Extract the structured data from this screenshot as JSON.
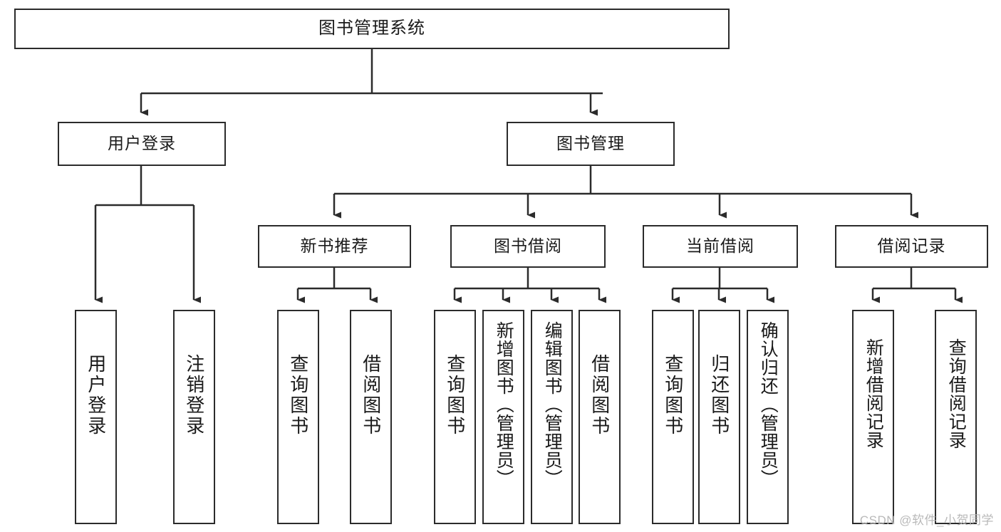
{
  "diagram": {
    "title": "图书管理系统",
    "type": "tree-hierarchy-chart",
    "stroke_color": "#2b2b2b",
    "fill_color": "#ffffff",
    "text_color": "#1a1a1a",
    "watermark": "CSDN @软件_小贺同学"
  },
  "nodes": {
    "root": {
      "label": "图书管理系统"
    },
    "level2": [
      {
        "label": "用户登录"
      },
      {
        "label": "图书管理"
      }
    ],
    "level3": [
      {
        "label": "新书推荐"
      },
      {
        "label": "图书借阅"
      },
      {
        "label": "当前借阅"
      },
      {
        "label": "借阅记录"
      }
    ],
    "leaves": {
      "user_login": [
        {
          "label": "用户登录"
        },
        {
          "label": "注销登录"
        }
      ],
      "new_book_recommend": [
        {
          "label": "查询图书"
        },
        {
          "label": "借阅图书"
        }
      ],
      "book_borrow": [
        {
          "label": "查询图书"
        },
        {
          "label": "新增图书（管理员）"
        },
        {
          "label": "编辑图书（管理员）"
        },
        {
          "label": "借阅图书"
        }
      ],
      "current_borrow": [
        {
          "label": "查询图书"
        },
        {
          "label": "归还图书"
        },
        {
          "label": "确认归还（管理员）"
        }
      ],
      "borrow_record": [
        {
          "label": "新增借阅记录"
        },
        {
          "label": "查询借阅记录"
        }
      ]
    }
  }
}
